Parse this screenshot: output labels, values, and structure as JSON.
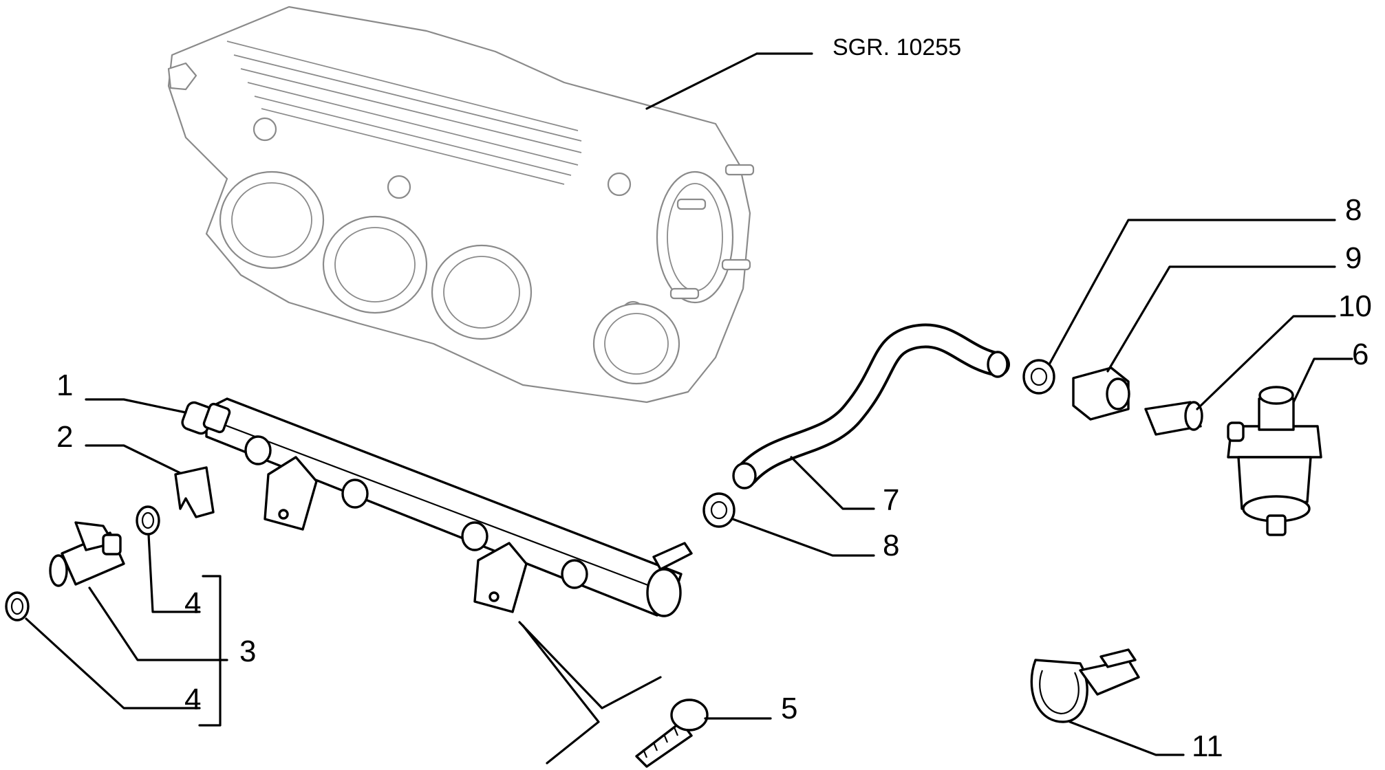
{
  "diagram": {
    "reference": "SGR. 10255",
    "callouts": [
      {
        "id": "c1",
        "text": "1"
      },
      {
        "id": "c2",
        "text": "2"
      },
      {
        "id": "c3",
        "text": "3"
      },
      {
        "id": "c4a",
        "text": "4"
      },
      {
        "id": "c4b",
        "text": "4"
      },
      {
        "id": "c5",
        "text": "5"
      },
      {
        "id": "c6",
        "text": "6"
      },
      {
        "id": "c7",
        "text": "7"
      },
      {
        "id": "c8a",
        "text": "8"
      },
      {
        "id": "c8b",
        "text": "8"
      },
      {
        "id": "c9",
        "text": "9"
      },
      {
        "id": "c10",
        "text": "10"
      },
      {
        "id": "c11",
        "text": "11"
      }
    ]
  }
}
